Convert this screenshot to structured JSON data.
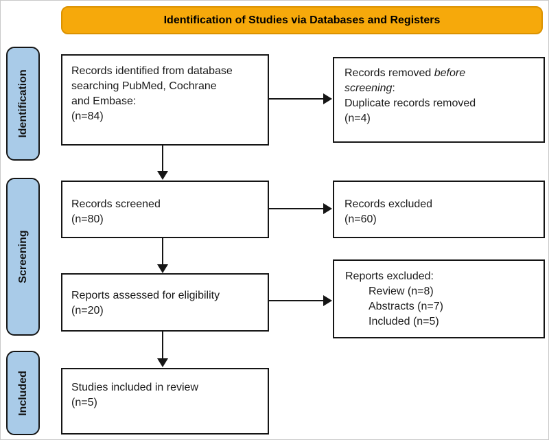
{
  "banner": {
    "label": "Identification of Studies via Databases and Registers"
  },
  "stages": {
    "identification": "Identification",
    "screening": "Screening",
    "included": "Included"
  },
  "boxes": {
    "records_identified": {
      "lines": [
        "Records identified from database",
        "searching PubMed, Cochrane",
        "and Embase:",
        "(n=84)"
      ]
    },
    "records_removed": {
      "line1_regular": "Records removed ",
      "line1_italic": "before",
      "line2_italic": "screening",
      "line2_regular": ":",
      "line3": "Duplicate records removed",
      "line4": "(n=4)"
    },
    "records_screened": {
      "lines": [
        "Records screened",
        "(n=80)"
      ]
    },
    "records_excluded": {
      "lines": [
        "Records excluded",
        "(n=60)"
      ]
    },
    "reports_assessed": {
      "lines": [
        "Reports assessed for eligibility",
        "(n=20)"
      ]
    },
    "reports_excluded": {
      "heading": "Reports excluded:",
      "items": [
        "Review (n=8)",
        "Abstracts (n=7)",
        "Included (n=5)"
      ]
    },
    "studies_included": {
      "lines": [
        "Studies included in review",
        "(n=5)"
      ]
    }
  },
  "colors": {
    "banner_fill": "#F6A90B",
    "banner_border": "#DB9200",
    "stage_fill": "#A9CBE8",
    "ink": "#151515",
    "text": "#1A1A1A",
    "background": "#FFFFFF"
  }
}
